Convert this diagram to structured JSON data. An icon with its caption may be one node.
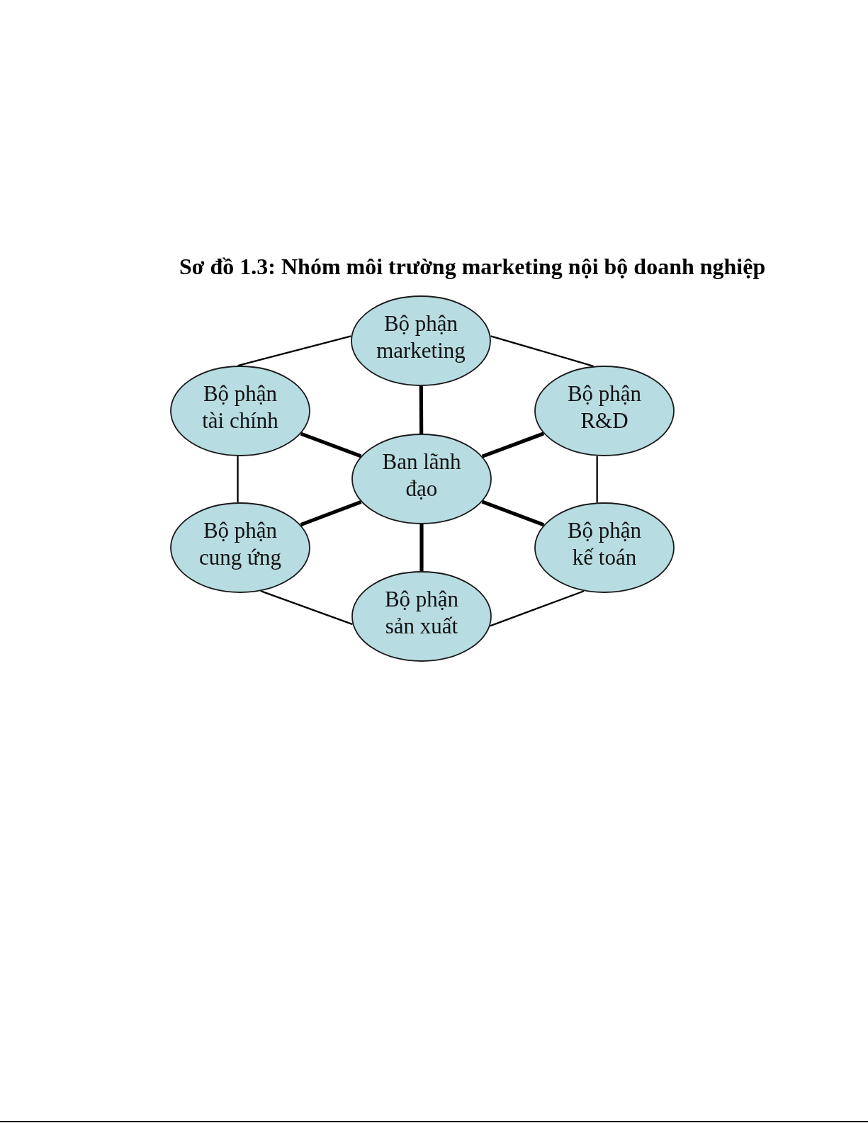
{
  "diagram": {
    "title": "Sơ đồ 1.3: Nhóm môi trường marketing nội bộ doanh nghiệp",
    "nodes": [
      {
        "text": [
          "Bộ phận marketing"
        ]
      },
      {
        "text": [
          "Bộ phận tài chính"
        ]
      },
      {
        "text": [
          "Bộ phận R&D"
        ]
      },
      {
        "text": [
          "Ban lãnh đạo"
        ]
      },
      {
        "text": [
          "Bộ phận cung ứng"
        ]
      },
      {
        "text": [
          "Bộ phận kế toán"
        ]
      },
      {
        "text": [
          "Bộ phận sản xuất"
        ]
      }
    ],
    "edges": [
      {
        "from": 0,
        "to": 1,
        "arrow": "none"
      },
      {
        "from": 0,
        "to": 2,
        "arrow": "none"
      },
      {
        "from": 0,
        "to": 3,
        "arrow": "none",
        "style": "thick"
      },
      {
        "from": 1,
        "to": 3,
        "arrow": "none",
        "style": "thick"
      },
      {
        "from": 2,
        "to": 3,
        "arrow": "none",
        "style": "thick"
      },
      {
        "from": 1,
        "to": 4,
        "arrow": "none"
      },
      {
        "from": 2,
        "to": 5,
        "arrow": "none"
      },
      {
        "from": 3,
        "to": 4,
        "arrow": "none",
        "style": "thick"
      },
      {
        "from": 3,
        "to": 5,
        "arrow": "none",
        "style": "thick"
      },
      {
        "from": 3,
        "to": 6,
        "arrow": "none",
        "style": "thick"
      },
      {
        "from": 4,
        "to": 6,
        "arrow": "none"
      },
      {
        "from": 5,
        "to": 6,
        "arrow": "none"
      }
    ]
  }
}
